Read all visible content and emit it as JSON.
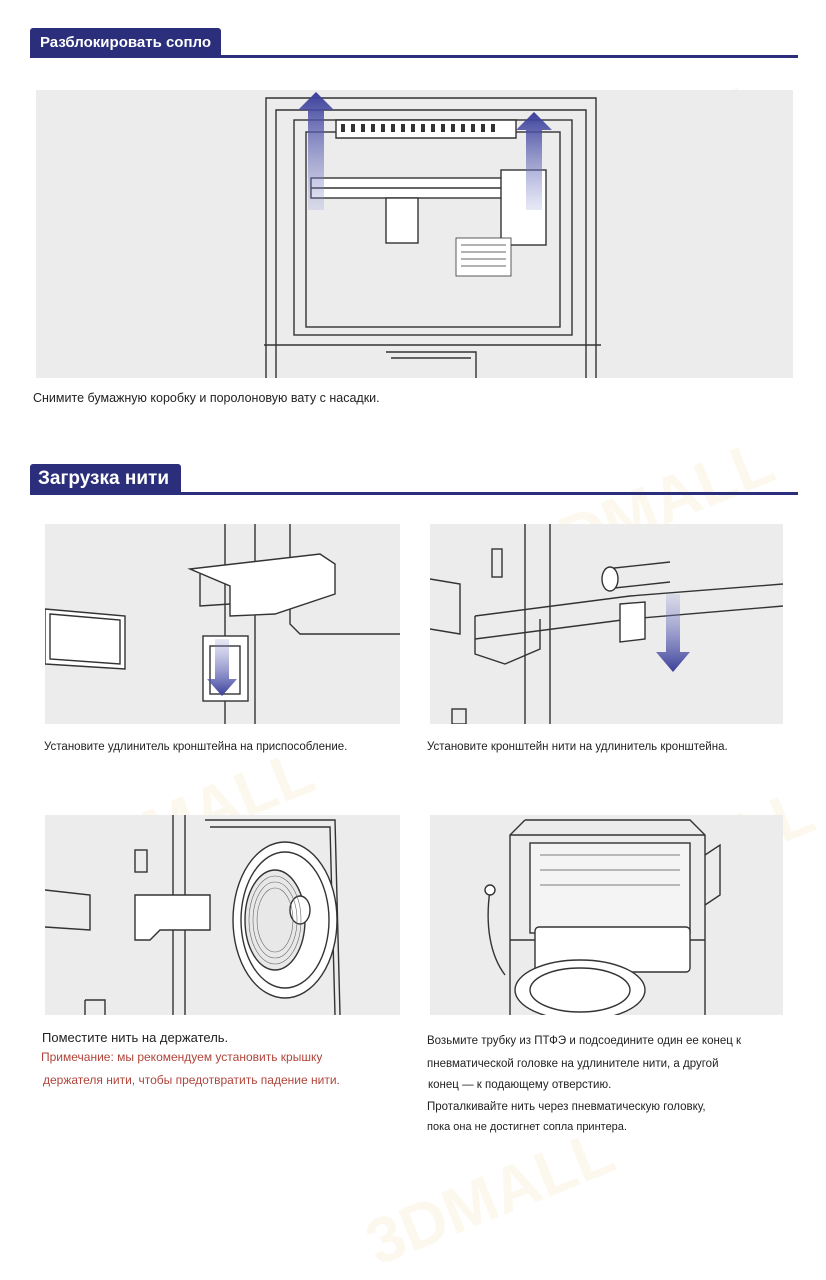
{
  "section1": {
    "title": "Разблокировать сопло",
    "caption": "Снимите бумажную коробку и поролоновую вату с насадки."
  },
  "section2": {
    "title": "Загрузка нити",
    "step1": "Установите удлинитель кронштейна на приспособление.",
    "step2": "Установите кронштейн нити на удлинитель кронштейна.",
    "step3": "Поместите нить на держатель.",
    "step3_note_line1": "Примечание: мы рекомендуем установить крышку",
    "step3_note_line2": "держателя нити, чтобы предотвратить падение нити.",
    "step4_line1": "Возьмите трубку из ПТФЭ и подсоедините один ее конец к",
    "step4_line2": "пневматической головке на удлинителе нити, а другой",
    "step4_line3": "конец — к подающему отверстию.",
    "step4_line4": "Проталкивайте нить через пневматическую головку,",
    "step4_line5": "пока она не достигнет сопла принтера."
  },
  "watermark": "3DMALL",
  "colors": {
    "brand": "#2b2e7a",
    "note": "#b0443a",
    "panel": "#ececec"
  }
}
